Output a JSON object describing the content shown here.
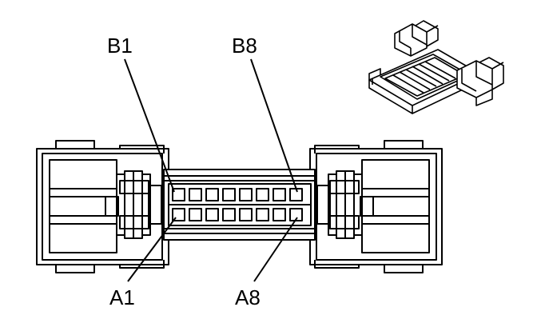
{
  "diagram": {
    "labels": {
      "b1": "B1",
      "b8": "B8",
      "a1": "A1",
      "a8": "A8"
    },
    "pin_rows": [
      "A",
      "B"
    ],
    "pins_per_row": 8,
    "colors": {
      "line": "#000000",
      "fill": "#ffffff"
    },
    "icons": [
      "connector-face-view",
      "connector-3d-view"
    ]
  }
}
